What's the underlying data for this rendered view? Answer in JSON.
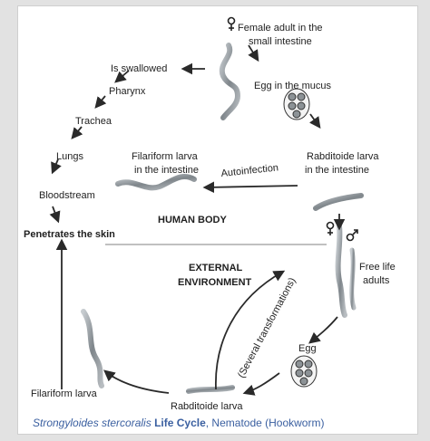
{
  "female_adult": [
    "Female adult in the",
    "small intestine"
  ],
  "swallowed": "Is swallowed",
  "egg_mucus": "Egg in the mucus",
  "pharynx": "Pharynx",
  "trachea": "Trachea",
  "lungs": "Lungs",
  "bloodstream": "Bloodstream",
  "filariform_intestine": [
    "Filariform larva",
    "in the intestine"
  ],
  "autoinfection": "Autoinfection",
  "rhabditoid_intestine": [
    "Rabditoide larva",
    "in the intestine"
  ],
  "human_body": "HUMAN BODY",
  "penetrates": "Penetrates the skin",
  "external": [
    "EXTERNAL",
    "ENVIRONMENT"
  ],
  "free_life": [
    "Free life",
    "adults"
  ],
  "several": "(Several transformations)",
  "egg": "Egg",
  "filariform_larva": "Filariform larva",
  "rhabditoid_larva": "Rabditoide larva",
  "caption": {
    "species": "Strongyloides stercoralis",
    "life_cycle": " Life Cycle",
    "rest": ", Nematode (Hookworm)"
  },
  "colors": {
    "caption": "#3a5fa0",
    "arrow": "#2a2a2a",
    "worm": "#9aa0a4"
  },
  "icons": [
    "female-symbol-icon",
    "male-symbol-icon",
    "egg-cluster-icon",
    "worm-icon"
  ]
}
